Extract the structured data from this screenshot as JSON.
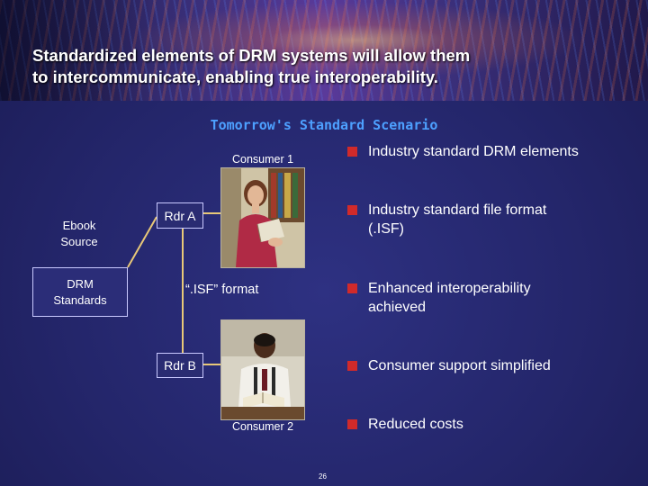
{
  "headline": {
    "line1": "Standardized elements of DRM systems will allow them",
    "line2": "to intercommunicate, enabling true interoperability."
  },
  "scenario_title": "Tomorrow's Standard Scenario",
  "diagram": {
    "ebook_source": {
      "line1": "Ebook",
      "line2": "Source"
    },
    "drm_standards": {
      "line1": "DRM",
      "line2": "Standards"
    },
    "reader_a": "Rdr A",
    "reader_b": "Rdr B",
    "format_label": "“.ISF” format",
    "consumer_1": "Consumer 1",
    "consumer_2": "Consumer 2",
    "photo_1_desc": "woman-reading-book",
    "photo_2_desc": "man-reading-book",
    "connector_color": "#e8c878"
  },
  "bullets": [
    {
      "line1": "Industry standard DRM elements",
      "line2": ""
    },
    {
      "line1": "Industry standard file format",
      "line2": "(.ISF)"
    },
    {
      "line1": "Enhanced interoperability",
      "line2": "achieved"
    },
    {
      "line1": "Consumer support simplified",
      "line2": ""
    },
    {
      "line1": "Reduced costs",
      "line2": ""
    }
  ],
  "page_number": "26",
  "colors": {
    "background": "#26286e",
    "title_blue": "#4da0ff",
    "bullet_red": "#d12a2a"
  }
}
